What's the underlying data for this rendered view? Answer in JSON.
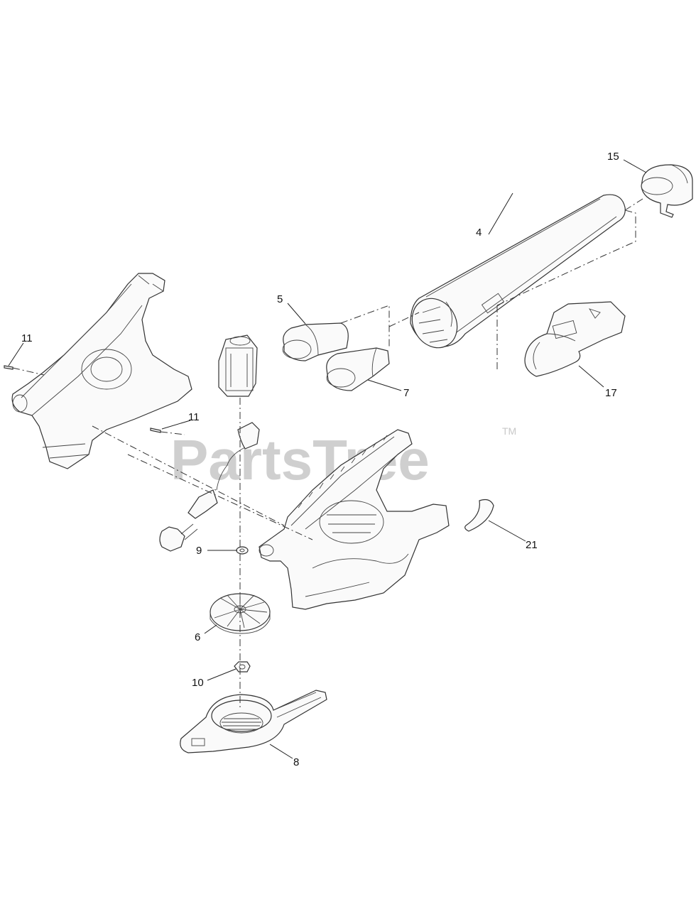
{
  "watermark": {
    "text": "PartsTree",
    "tm": "TM"
  },
  "callouts": [
    "4",
    "5",
    "6",
    "7",
    "8",
    "9",
    "10",
    "11",
    "11",
    "15",
    "17",
    "21"
  ],
  "colors": {
    "line": "#333333",
    "watermark": "#cfcfcf",
    "background": "#ffffff"
  }
}
